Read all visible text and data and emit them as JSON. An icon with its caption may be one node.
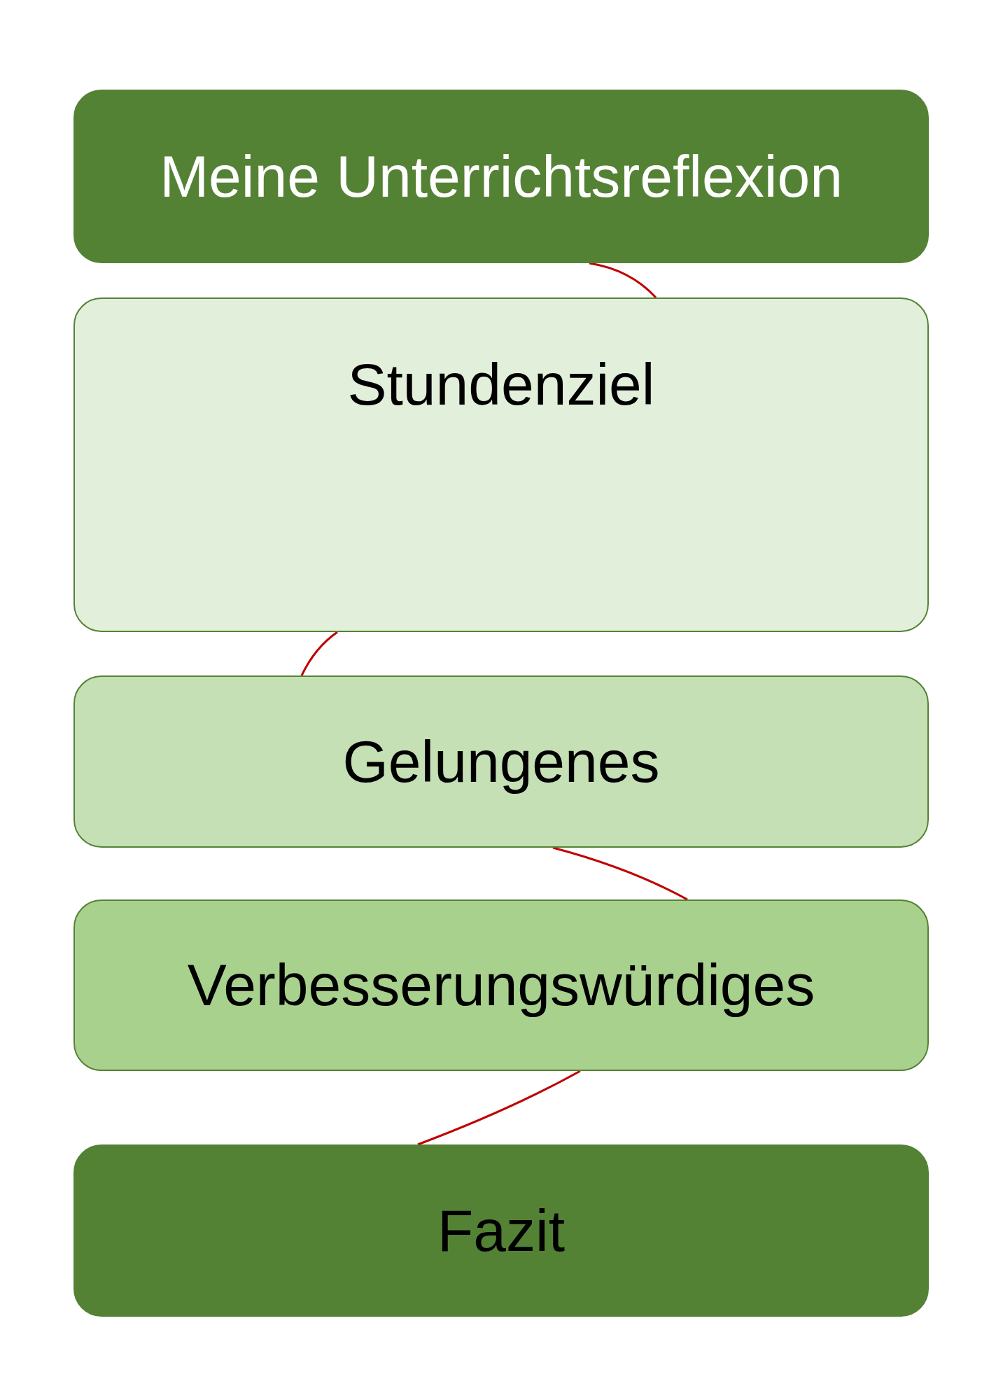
{
  "diagram": {
    "nodes": [
      {
        "text": [
          "Meine Unterrichtsreflexion"
        ]
      },
      {
        "text": [
          "Stundenziel"
        ]
      },
      {
        "text": [
          "Gelungenes"
        ]
      },
      {
        "text": [
          "Verbesserungswürdiges"
        ]
      },
      {
        "text": [
          "Fazit"
        ]
      }
    ],
    "edges": [
      {
        "from": 0,
        "to": 1,
        "arrow": "none"
      },
      {
        "from": 1,
        "to": 2,
        "arrow": "none"
      },
      {
        "from": 2,
        "to": 3,
        "arrow": "none"
      },
      {
        "from": 3,
        "to": 4,
        "arrow": "none"
      }
    ]
  }
}
